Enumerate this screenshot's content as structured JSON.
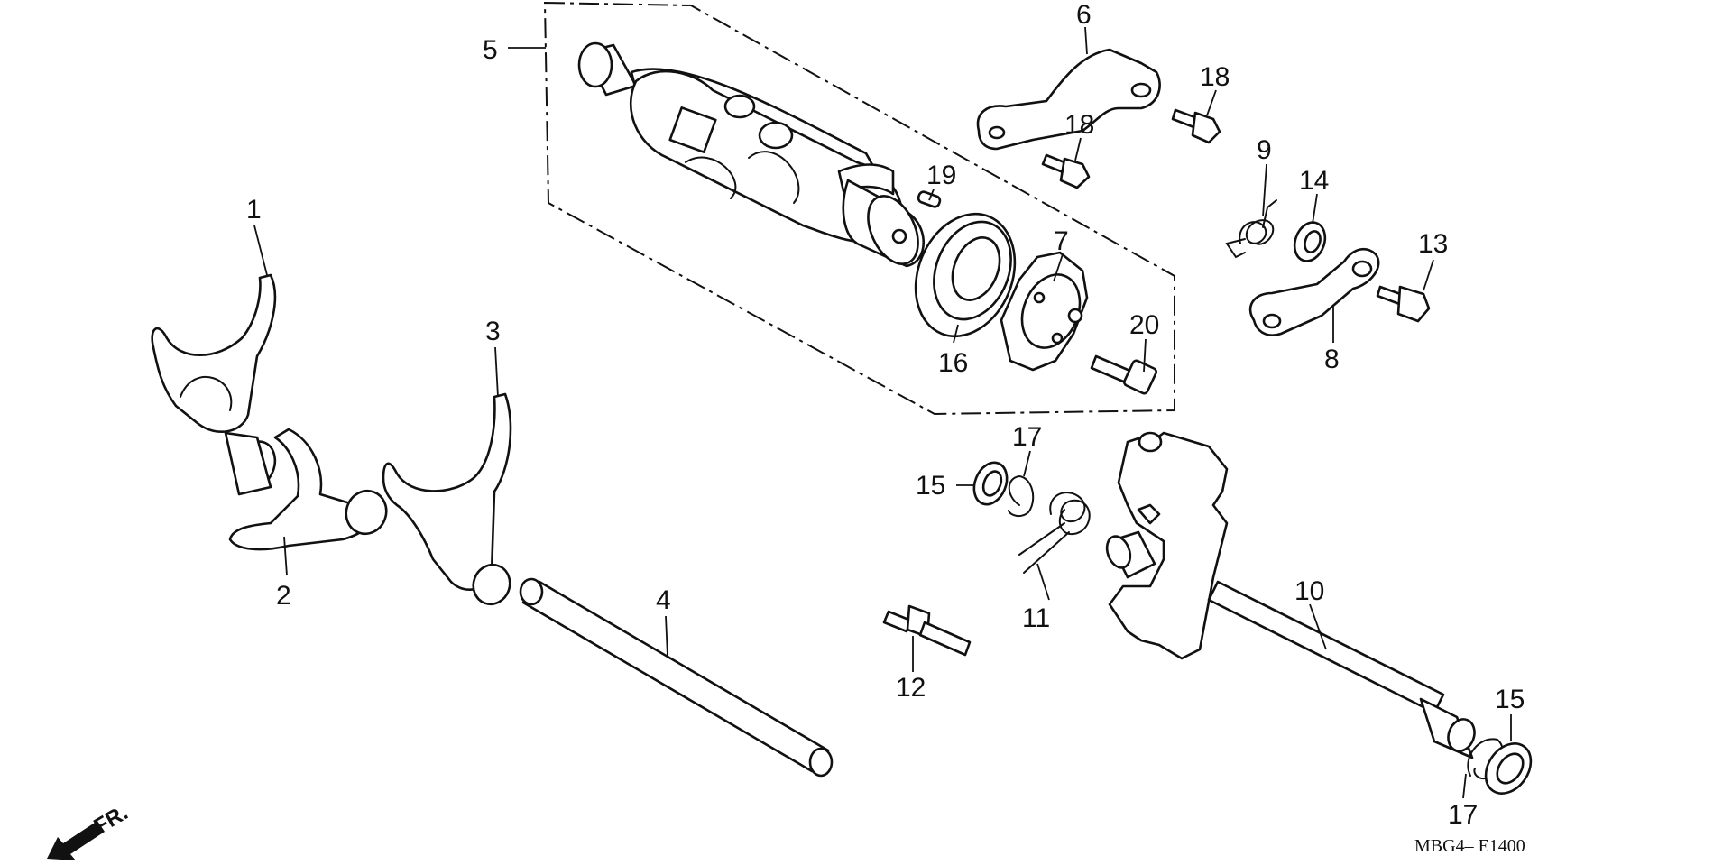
{
  "diagram": {
    "labels": {
      "p1": "1",
      "p2": "2",
      "p3": "3",
      "p4": "4",
      "p5": "5",
      "p6": "6",
      "p7": "7",
      "p8": "8",
      "p9": "9",
      "p10": "10",
      "p11": "11",
      "p12": "12",
      "p13": "13",
      "p14": "14",
      "p15a": "15",
      "p15b": "15",
      "p16": "16",
      "p17a": "17",
      "p17b": "17",
      "p18a": "18",
      "p18b": "18",
      "p19": "19",
      "p20": "20"
    },
    "direction_label": "FR.",
    "drawing_code": "MBG4– E1400"
  }
}
